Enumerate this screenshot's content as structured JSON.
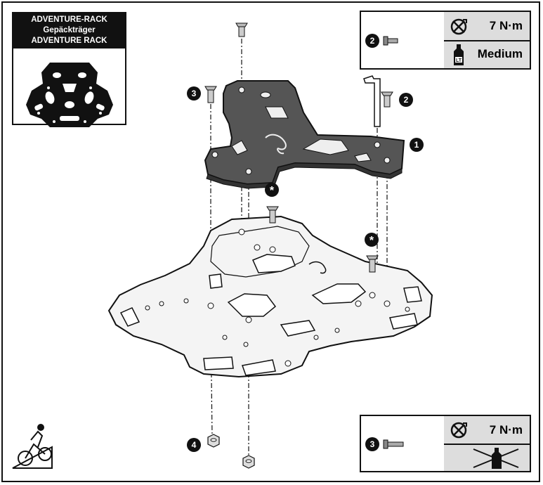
{
  "inset": {
    "title_line1": "ADVENTURE-RACK Gepäckträger",
    "title_line2": "ADVENTURE RACK"
  },
  "torque_top": {
    "badge": "2",
    "value": "7 N·m",
    "threadlock": "Medium",
    "icons": [
      "torque-wrench-icon",
      "threadlock-bottle-icon"
    ]
  },
  "torque_bottom": {
    "badge": "3",
    "value": "7 N·m",
    "icons": [
      "torque-wrench-icon",
      "no-threadlock-icon"
    ]
  },
  "callouts": {
    "c1": "1",
    "c2": "2",
    "c3": "3",
    "c4": "4",
    "star_a": "*",
    "star_b": "*"
  },
  "colors": {
    "ink": "#111111",
    "panel_gray": "#dddddd",
    "plate_gray": "#555555",
    "rack_fill": "#f4f4f4"
  }
}
